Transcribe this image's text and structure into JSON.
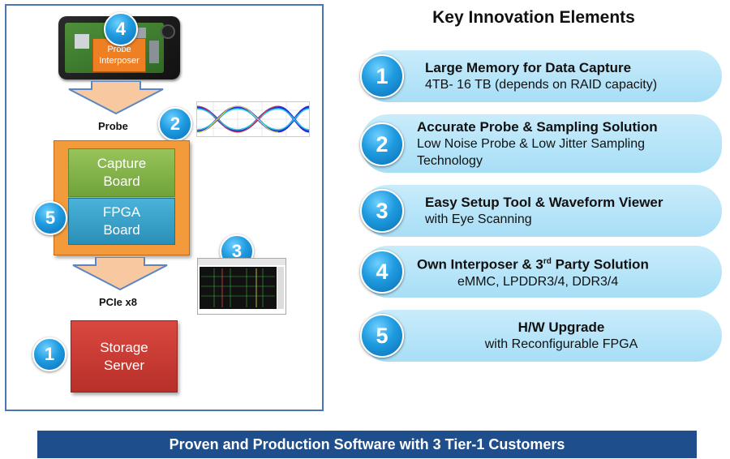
{
  "left": {
    "interposer_label": [
      "Probe",
      "Interposer"
    ],
    "probe_label": "Probe",
    "pcie_label": "PCIe x8",
    "capture_board": [
      "Capture",
      "Board"
    ],
    "fpga_board": [
      "FPGA",
      "Board"
    ],
    "storage_server": [
      "Storage",
      "Server"
    ],
    "badges": {
      "phone": "4",
      "eye": "2",
      "board": "5",
      "waveform": "3",
      "storage": "1"
    }
  },
  "right": {
    "title": "Key Innovation Elements",
    "items": [
      {
        "num": "1",
        "heading": "Large Memory for Data Capture",
        "sub": "4TB- 16 TB (depends on RAID capacity)"
      },
      {
        "num": "2",
        "heading": "Accurate Probe & Sampling Solution",
        "sub": "Low Noise Probe & Low Jitter Sampling Technology"
      },
      {
        "num": "3",
        "heading": "Easy Setup Tool & Waveform Viewer",
        "sub": "with Eye Scanning"
      },
      {
        "num": "4",
        "heading_pre": "Own Interposer & 3",
        "heading_sup": "rd",
        "heading_post": " Party Solution",
        "sub": "eMMC, LPDDR3/4, DDR3/4"
      },
      {
        "num": "5",
        "heading": "H/W Upgrade",
        "sub": "with Reconfigurable FPGA"
      }
    ]
  },
  "footer": "Proven and Production Software with 3 Tier-1 Customers",
  "colors": {
    "frame": "#4a76b8",
    "orange": "#f39b3a",
    "capture": "#7fb145",
    "fpga": "#34a0c8",
    "storage": "#c73a33",
    "pill": "#b6e4f8",
    "badge": "#1f9be0",
    "footer": "#1f4e8c"
  }
}
